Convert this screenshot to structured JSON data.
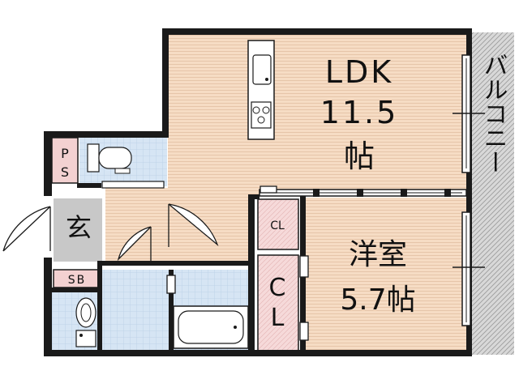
{
  "labels": {
    "ldk": "LDK",
    "ldk_size": "11.5",
    "ldk_unit": "帖",
    "western_room": "洋室",
    "western_size": "5.7帖",
    "balcony": "バルコニー",
    "closet_small": "CL",
    "closet_large_c": "C",
    "closet_large_l": "L",
    "entrance": "玄",
    "pipe_space_p": "P",
    "pipe_space_s": "S",
    "shoe_box": "SB"
  },
  "colors": {
    "wall": "#1a1a1a",
    "wood_floor": "#f6dcc4",
    "wood_line": "#d9b597",
    "tile_floor": "#d6e5f4",
    "tile_line": "#b7cde4",
    "closet": "#f6dada",
    "pink": "#f3d1d1",
    "entrance_gray": "#c8c8c8",
    "balcony_gray": "#d8d8d8"
  }
}
